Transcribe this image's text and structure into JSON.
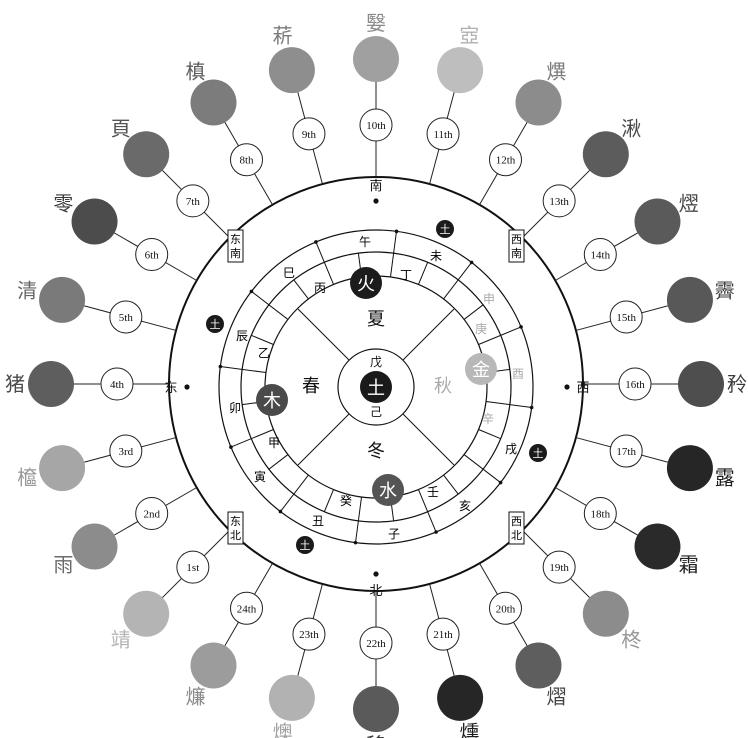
{
  "terms": [
    {
      "num": "1st",
      "char": "靖",
      "fill": "#b4b4b4",
      "color": "#b4b4b4"
    },
    {
      "num": "2nd",
      "char": "雨",
      "fill": "#8c8c8c",
      "color": "#6a6a6a"
    },
    {
      "num": "3rd",
      "char": "檶",
      "fill": "#a6a6a6",
      "color": "#9a9a9a"
    },
    {
      "num": "4th",
      "char": "猪",
      "fill": "#5e5e5e",
      "color": "#4a4a4a"
    },
    {
      "num": "5th",
      "char": "清",
      "fill": "#7a7a7a",
      "color": "#666666"
    },
    {
      "num": "6th",
      "char": "零",
      "fill": "#4c4c4c",
      "color": "#3a3a3a"
    },
    {
      "num": "7th",
      "char": "頁",
      "fill": "#6a6a6a",
      "color": "#555555"
    },
    {
      "num": "8th",
      "char": "槙",
      "fill": "#7c7c7c",
      "color": "#5c5c5c"
    },
    {
      "num": "9th",
      "char": "菥",
      "fill": "#8e8e8e",
      "color": "#7a7a7a"
    },
    {
      "num": "10th",
      "char": "嫛",
      "fill": "#a0a0a0",
      "color": "#8a8a8a"
    },
    {
      "num": "11th",
      "char": "㝞",
      "fill": "#bebebe",
      "color": "#b0b0b0"
    },
    {
      "num": "12th",
      "char": "熼",
      "fill": "#8c8c8c",
      "color": "#7a7a7a"
    },
    {
      "num": "13th",
      "char": "湫",
      "fill": "#5c5c5c",
      "color": "#4a4a4a"
    },
    {
      "num": "14th",
      "char": "熤",
      "fill": "#5a5a5a",
      "color": "#4a4a4a"
    },
    {
      "num": "15th",
      "char": "霽",
      "fill": "#585858",
      "color": "#404040"
    },
    {
      "num": "16th",
      "char": "矝",
      "fill": "#4e4e4e",
      "color": "#3a3a3a"
    },
    {
      "num": "17th",
      "char": "露",
      "fill": "#262626",
      "color": "#1e1e1e"
    },
    {
      "num": "18th",
      "char": "霜",
      "fill": "#2a2a2a",
      "color": "#222222"
    },
    {
      "num": "19th",
      "char": "柊",
      "fill": "#8c8c8c",
      "color": "#999999"
    },
    {
      "num": "20th",
      "char": "熠",
      "fill": "#5e5e5e",
      "color": "#444444"
    },
    {
      "num": "21th",
      "char": "燻",
      "fill": "#262626",
      "color": "#1e1e1e"
    },
    {
      "num": "22th",
      "char": "移",
      "fill": "#5a5a5a",
      "color": "#3a3a3a"
    },
    {
      "num": "23th",
      "char": "燠",
      "fill": "#b2b2b2",
      "color": "#a0a0a0"
    },
    {
      "num": "24th",
      "char": "燫",
      "fill": "#9c9c9c",
      "color": "#8a8a8a"
    }
  ],
  "directions": {
    "south": "南",
    "north": "北",
    "east": "东",
    "west": "西"
  },
  "diagonals": {
    "southeast": "东南",
    "southwest": "西南",
    "northeast": "东北",
    "northwest": "西北"
  },
  "ring_labels": {
    "wu": "午",
    "wei": "未",
    "ding": "丁",
    "bing": "丙",
    "si": "巳",
    "chen": "辰",
    "yi": "乙",
    "mao": "卯",
    "jia": "甲",
    "yin": "寅",
    "chou": "丑",
    "gui": "癸",
    "zi": "子",
    "ren": "壬",
    "hai": "亥",
    "xu": "戌",
    "xin": "辛",
    "you": "酉",
    "geng": "庚",
    "shen": "申"
  },
  "seasons": {
    "summer": "夏",
    "spring": "春",
    "autumn": "秋",
    "winter": "冬"
  },
  "center": {
    "top": "戊",
    "badge": "土",
    "bottom": "己"
  },
  "elements": {
    "fire": "火",
    "wood": "木",
    "metal": "金",
    "water": "水"
  },
  "earth_badges": [
    "土",
    "土",
    "土",
    "土"
  ]
}
